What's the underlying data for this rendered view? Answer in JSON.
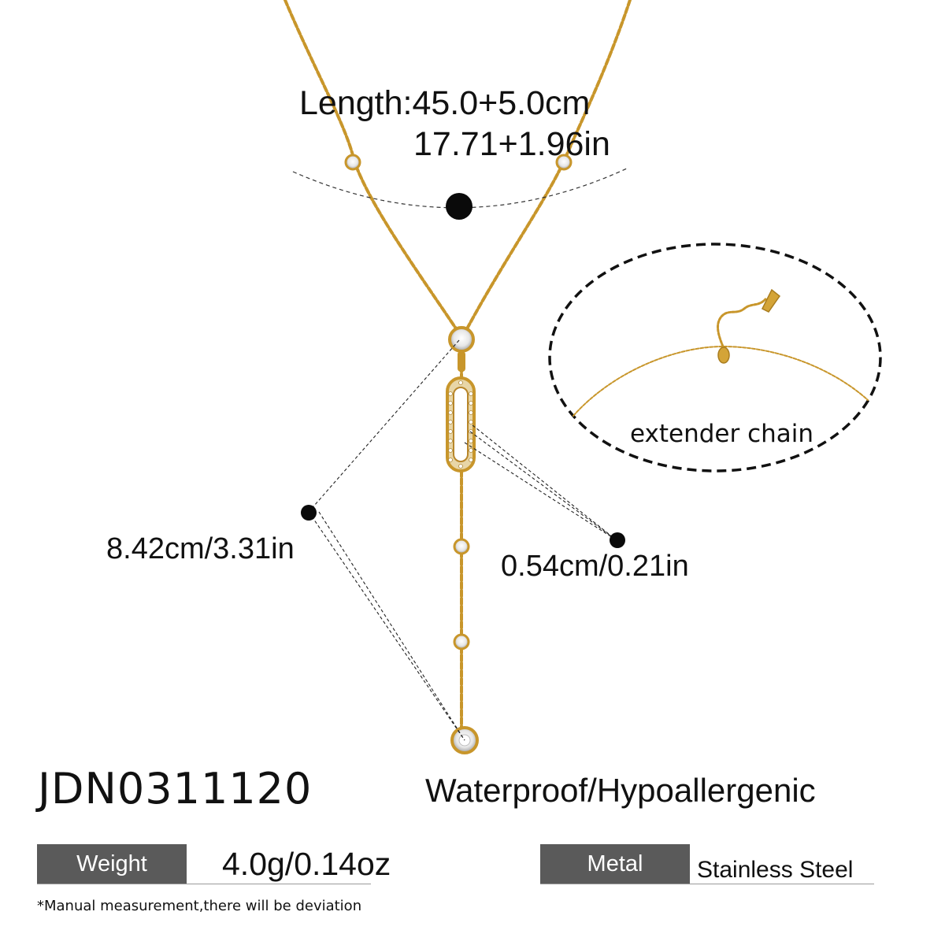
{
  "product": {
    "sku": "JDN0311120",
    "features": "Waterproof/Hypoallergenic"
  },
  "dimensions": {
    "length_cm": "Length:45.0+5.0cm",
    "length_in": "17.71+1.96in",
    "pendant_length": "8.42cm/3.31in",
    "pendant_width": "0.54cm/0.21in"
  },
  "extender": {
    "label": "extender chain"
  },
  "specs": {
    "weight_label": "Weight",
    "weight_value": "4.0g/0.14oz",
    "metal_label": "Metal",
    "metal_value": "Stainless Steel"
  },
  "disclaimer": "*Manual measurement,there will be deviation",
  "colors": {
    "gold": "#d4a437",
    "gold_dark": "#a97d1f",
    "label_bg": "#5a5a5a",
    "text": "#111111"
  }
}
